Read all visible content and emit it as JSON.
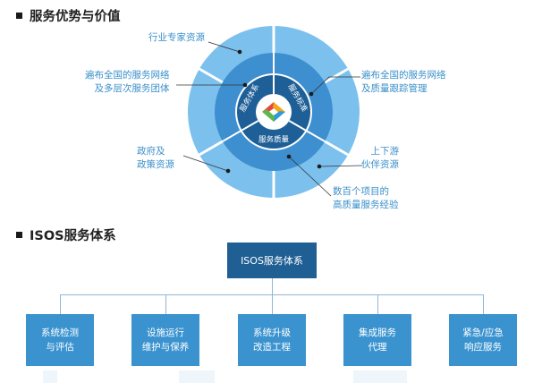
{
  "section1": {
    "title": "服务优势与价值"
  },
  "wheel": {
    "inner_segments": [
      "服务体系",
      "服务标准",
      "服务质量"
    ],
    "outer_labels": {
      "industry": [
        "行业专家资源"
      ],
      "network_teams": [
        "遍布全国的服务网络",
        "及多层次服务团体"
      ],
      "network_quality": [
        "遍布全国的服务网络",
        "及质量跟踪管理"
      ],
      "government": [
        "政府及",
        "政策资源"
      ],
      "partners": [
        "上下游",
        "伙伴资源"
      ],
      "projects": [
        "数百个项目的",
        "高质量服务经验"
      ]
    },
    "colors": {
      "outer_ring": "#7cc0ee",
      "mid_ring": "#3d8fd0",
      "inner_ring": "#1d5f96",
      "center": "#ffffff",
      "label": "#3a8fc9"
    }
  },
  "section2": {
    "title": "ISOS服务体系",
    "root": "ISOS服务体系",
    "children": [
      [
        "系统检测",
        "与评估"
      ],
      [
        "设施运行",
        "维护与保养"
      ],
      [
        "系统升级",
        "改造工程"
      ],
      [
        "集成服务",
        "代理"
      ],
      [
        "紧急/应急",
        "响应服务"
      ]
    ],
    "colors": {
      "root_box": "#1f5f94",
      "child_box": "#3a93cf",
      "line": "#8fb6d6"
    }
  }
}
